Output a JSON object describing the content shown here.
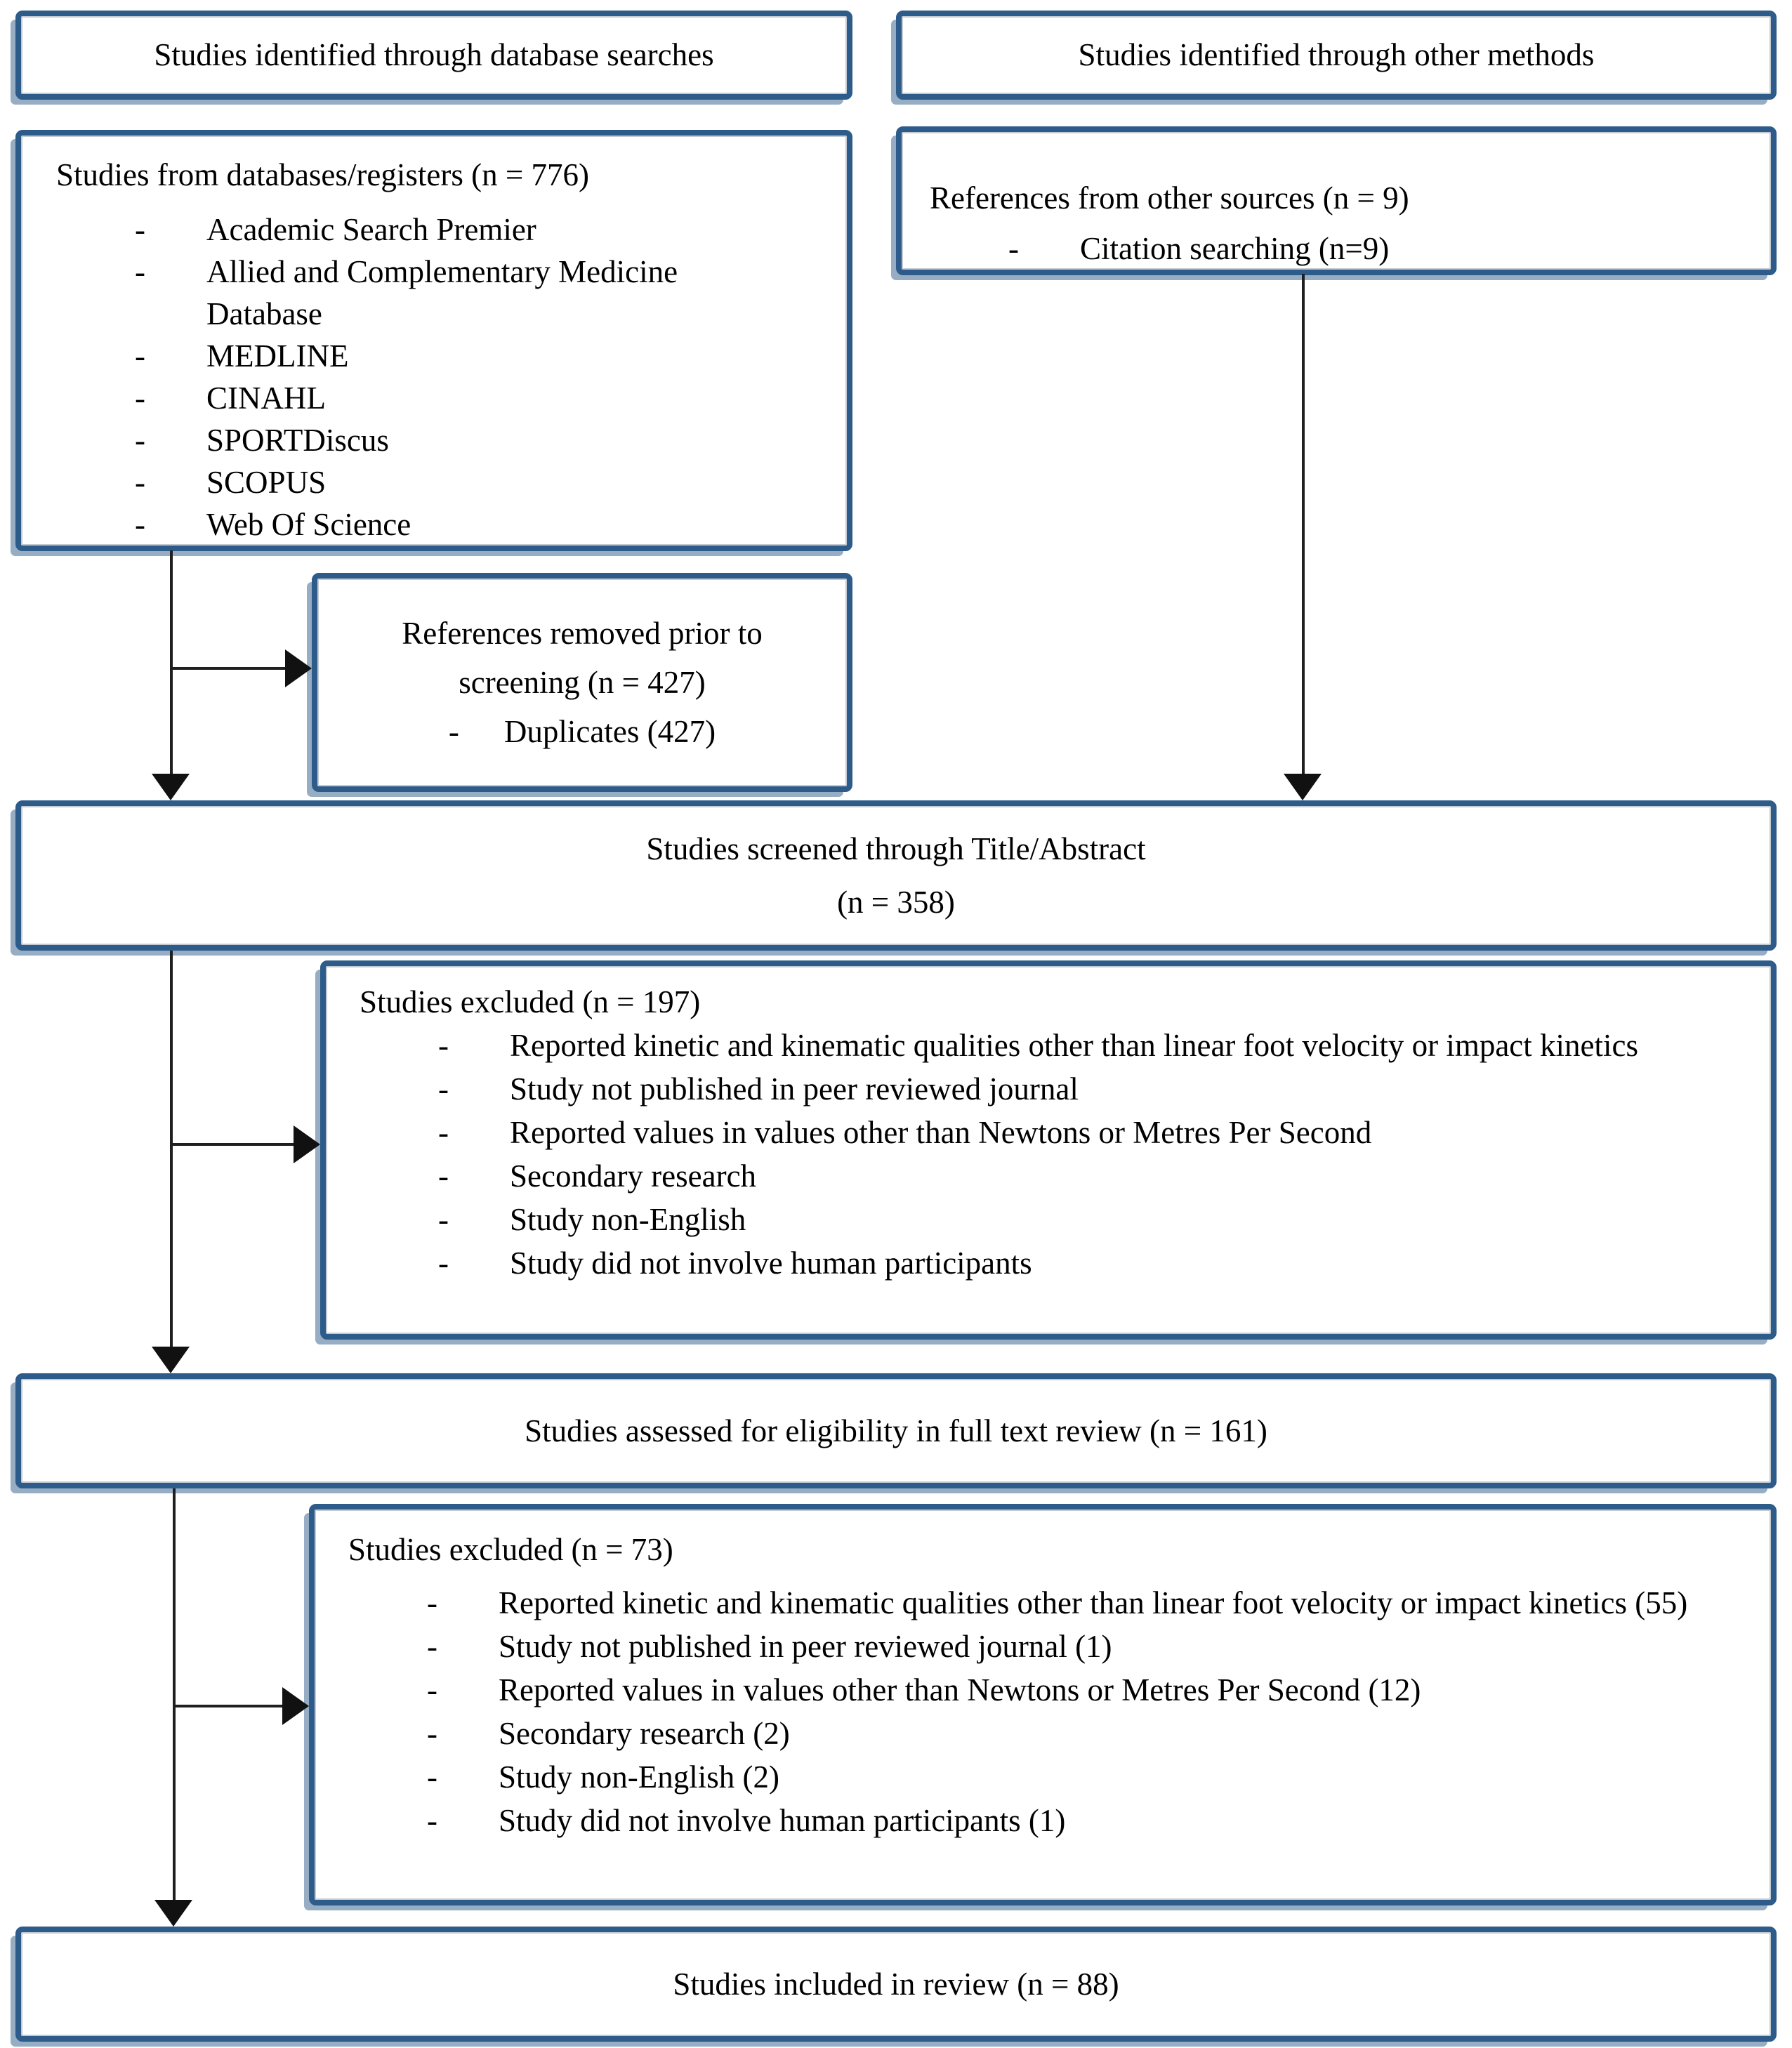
{
  "diagram": {
    "bullet": "-",
    "colors": {
      "box_border": "#2e5c8a",
      "arrow": "#111111",
      "text": "#000000"
    },
    "header_left": "Studies identified through database searches",
    "header_right": "Studies identified through other methods",
    "databases_box": {
      "title": "Studies from databases/registers (n = 776)",
      "items": [
        "Academic Search Premier",
        "Allied and Complementary Medicine Database",
        "MEDLINE",
        "CINAHL",
        "SPORTDiscus",
        "SCOPUS",
        "Web Of Science"
      ]
    },
    "other_sources_box": {
      "title": "References from other sources (n = 9)",
      "items": [
        "Citation searching (n=9)"
      ]
    },
    "removed_box": {
      "title": "References removed prior to screening (n = 427)",
      "items": [
        "Duplicates (427)"
      ]
    },
    "screened_box": {
      "line1": "Studies screened through Title/Abstract",
      "line2": "(n = 358)"
    },
    "excluded1_box": {
      "title": "Studies excluded (n = 197)",
      "items": [
        "Reported kinetic and kinematic qualities other than linear foot velocity or impact kinetics",
        "Study not published in peer reviewed journal",
        "Reported values in values other than Newtons or Metres Per Second",
        "Secondary research",
        "Study non-English",
        "Study did not involve human participants"
      ]
    },
    "assessed_box": {
      "title": "Studies assessed for eligibility in full text review (n = 161)"
    },
    "excluded2_box": {
      "title": "Studies excluded (n = 73)",
      "items": [
        "Reported kinetic and kinematic qualities other than linear foot velocity or impact kinetics (55)",
        "Study not published in peer reviewed journal (1)",
        "Reported values in values other than Newtons or Metres Per Second (12)",
        "Secondary research (2)",
        "Study non-English (2)",
        "Study did not involve human participants (1)"
      ]
    },
    "included_box": {
      "title": "Studies included in review (n = 88)"
    }
  }
}
